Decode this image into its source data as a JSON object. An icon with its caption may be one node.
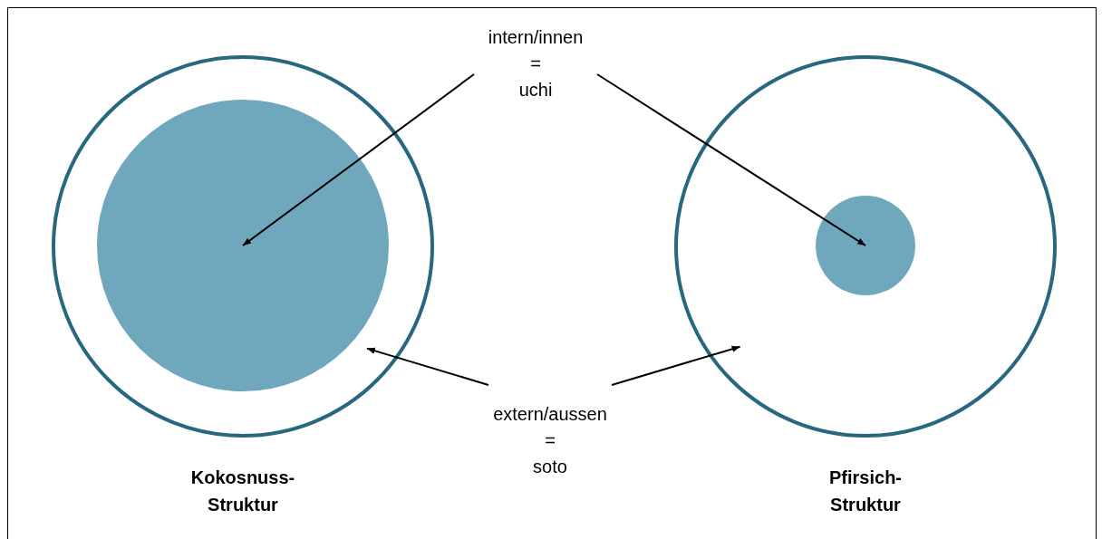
{
  "diagram": {
    "nodes": [
      {
        "text": [
          "Kokosnuss- Struktur"
        ]
      },
      {
        "text": [],
        "shape": "circle",
        "in": 0
      },
      {
        "text": [
          "Pfirsich- Struktur"
        ]
      },
      {
        "text": [],
        "shape": "circle",
        "in": 2
      },
      {
        "text": [
          "intern/innen = uchi"
        ]
      },
      {
        "text": [
          "extern/aussen = soto"
        ]
      }
    ],
    "edges": [
      {
        "from": 4,
        "to": 1,
        "arrow": "to"
      },
      {
        "from": 4,
        "to": 3,
        "arrow": "to"
      },
      {
        "from": 5,
        "to": 0,
        "arrow": "to"
      },
      {
        "from": 5,
        "to": 2,
        "arrow": "to"
      }
    ]
  }
}
